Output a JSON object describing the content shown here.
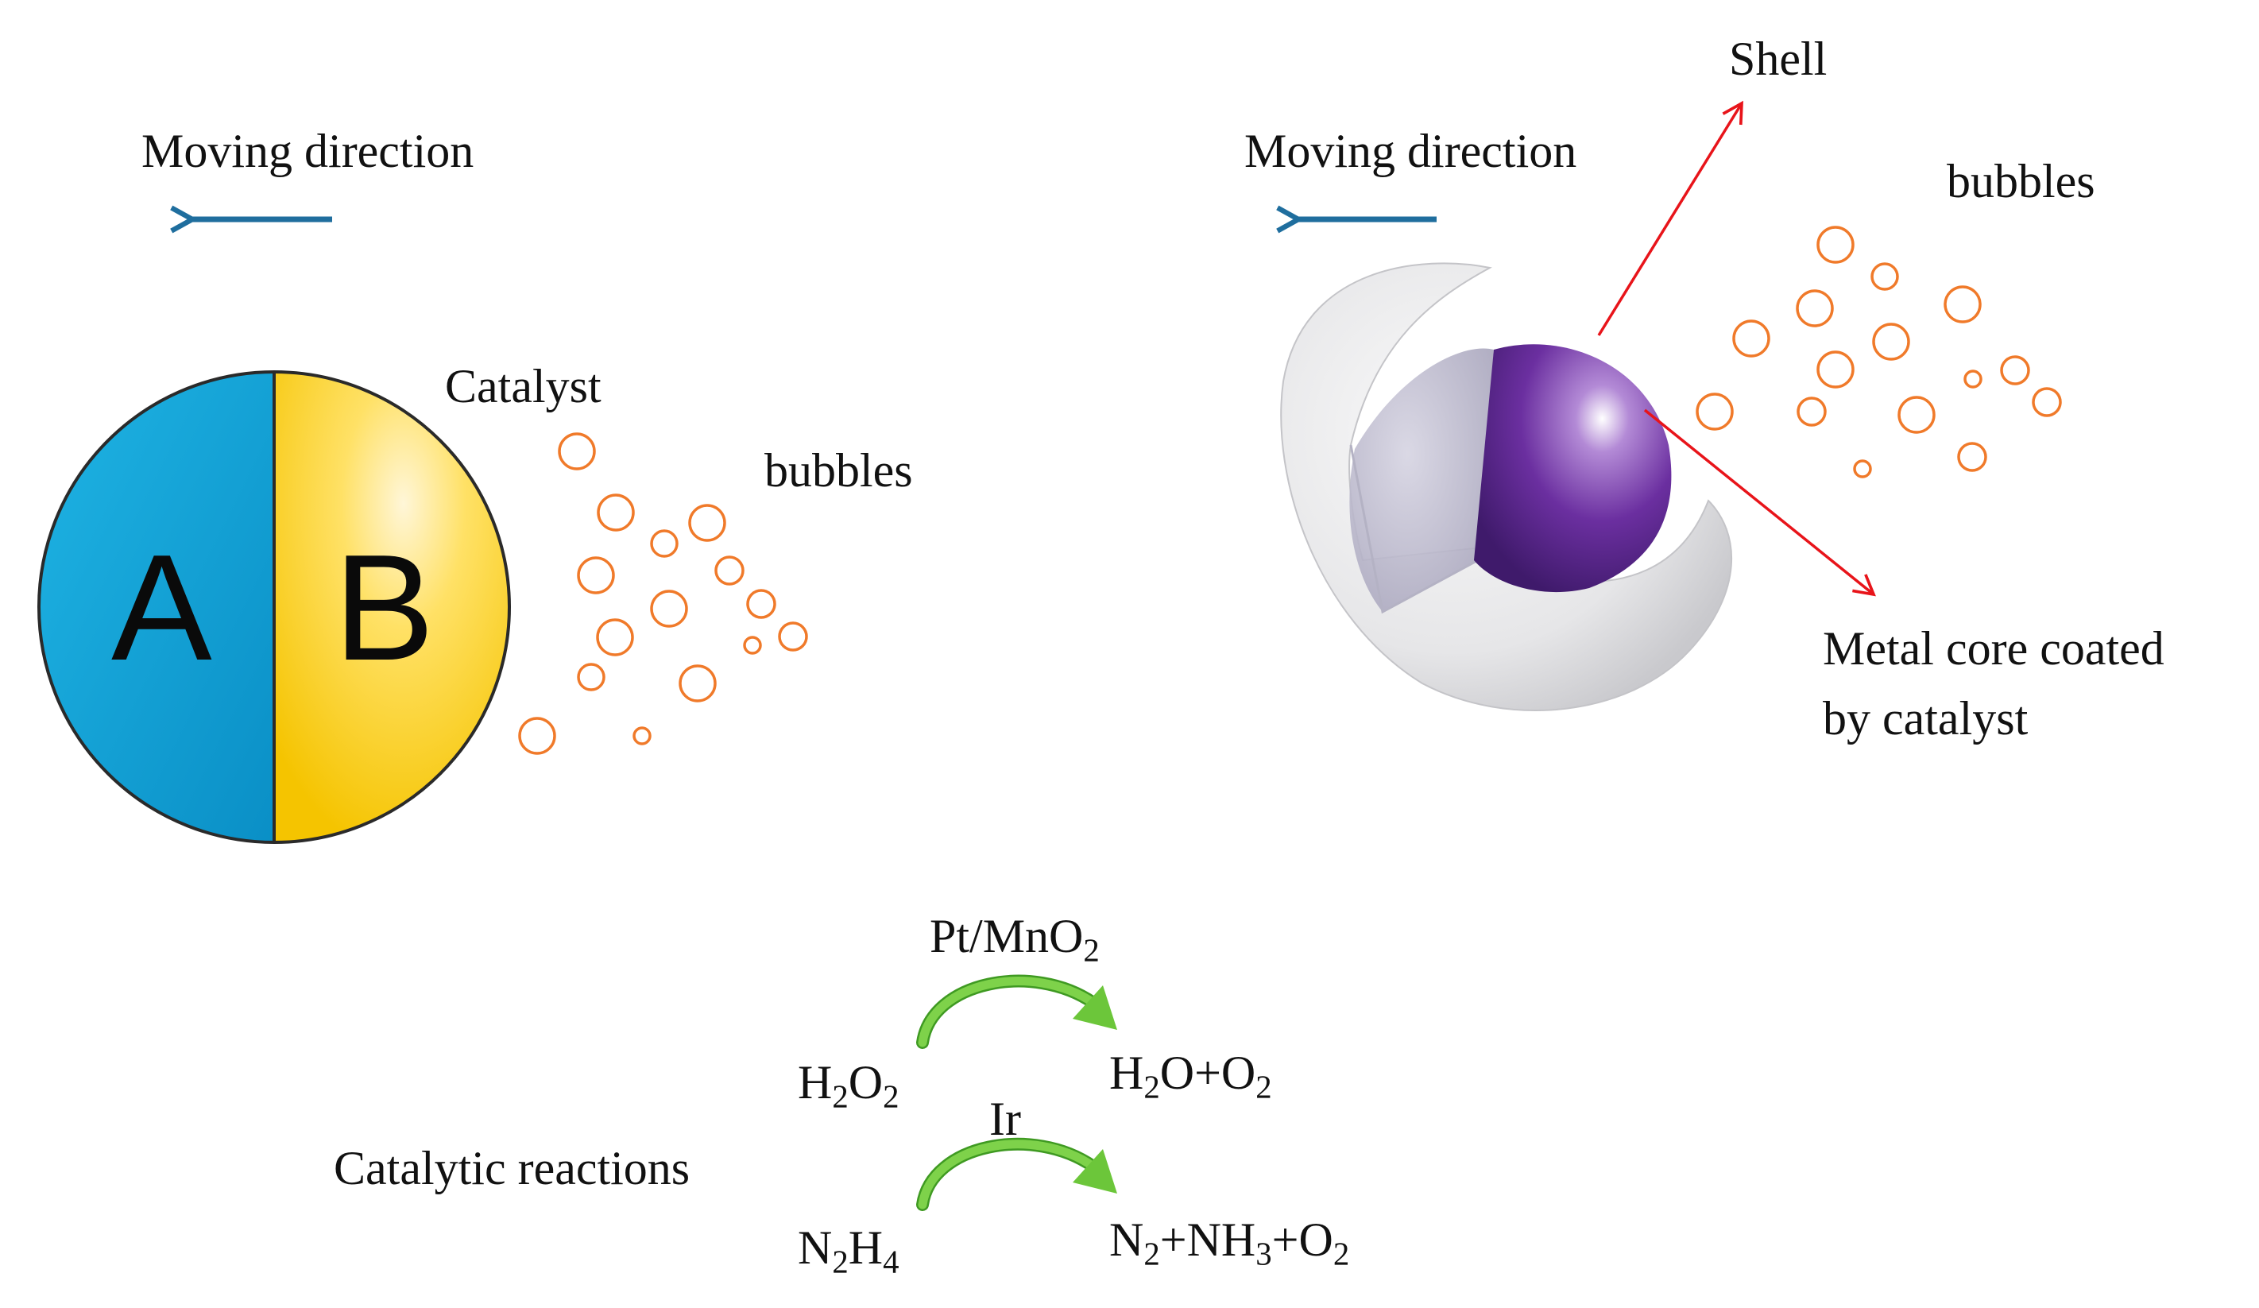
{
  "left_panel": {
    "direction_label": "Moving direction",
    "half_a_letter": "A",
    "half_b_letter": "B",
    "catalyst_label": "Catalyst",
    "bubbles_label": "bubbles"
  },
  "right_panel": {
    "direction_label": "Moving direction",
    "shell_label": "Shell",
    "bubbles_label": "bubbles",
    "core_label_line1": "Metal core coated",
    "core_label_line2": "by catalyst"
  },
  "reactions": {
    "section_label": "Catalytic reactions",
    "reaction1": {
      "catalyst": {
        "main": "Pt/MnO",
        "sub": "2"
      },
      "reactant": [
        {
          "t": "H"
        },
        {
          "s": "2"
        },
        {
          "t": "O"
        },
        {
          "s": "2"
        }
      ],
      "product": [
        {
          "t": "H"
        },
        {
          "s": "2"
        },
        {
          "t": "O+O"
        },
        {
          "s": "2"
        }
      ]
    },
    "reaction2": {
      "catalyst": {
        "main": "Ir"
      },
      "reactant": [
        {
          "t": "N"
        },
        {
          "s": "2"
        },
        {
          "t": "H"
        },
        {
          "s": "4"
        }
      ],
      "product": [
        {
          "t": "N"
        },
        {
          "s": "2"
        },
        {
          "t": "+NH"
        },
        {
          "s": "3"
        },
        {
          "t": "+O"
        },
        {
          "s": "2"
        }
      ]
    }
  },
  "colors": {
    "half_a": "#0ea5d8",
    "half_b": "#ffd21a",
    "direction_arrow": "#1f6e9e",
    "bubble": "#f07a2a",
    "pointer_arrow": "#e8141a",
    "reaction_arrow": "#6cc63a",
    "core": "#5a2a8a",
    "shell": "#e4e4e6"
  },
  "icons": {
    "direction_arrow": "left-arrow-icon",
    "reaction_arrow": "curved-arrow-icon",
    "pointer_arrow": "pointer-arrow-icon"
  }
}
